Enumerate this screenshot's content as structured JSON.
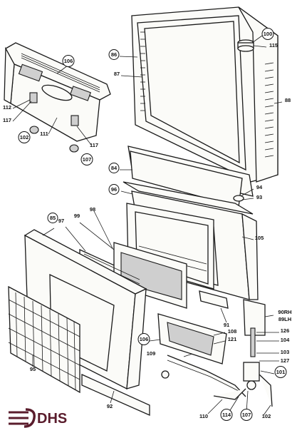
{
  "logo": {
    "text": "DHS",
    "color": "#5a1c2c"
  },
  "callouts": [
    {
      "id": "c100",
      "label": "100",
      "circled": true
    },
    {
      "id": "c115",
      "label": "115",
      "circled": false
    },
    {
      "id": "c86",
      "label": "86",
      "circled": true
    },
    {
      "id": "c87",
      "label": "87",
      "circled": false
    },
    {
      "id": "c88",
      "label": "88",
      "circled": false
    },
    {
      "id": "c106a",
      "label": "106",
      "circled": true
    },
    {
      "id": "c112",
      "label": "112",
      "circled": false
    },
    {
      "id": "c117a",
      "label": "117",
      "circled": false
    },
    {
      "id": "c111",
      "label": "111",
      "circled": false
    },
    {
      "id": "c102a",
      "label": "102",
      "circled": true
    },
    {
      "id": "c117b",
      "label": "117",
      "circled": false
    },
    {
      "id": "c107a",
      "label": "107",
      "circled": true
    },
    {
      "id": "c84",
      "label": "84",
      "circled": true
    },
    {
      "id": "c96",
      "label": "96",
      "circled": true
    },
    {
      "id": "c94",
      "label": "94",
      "circled": false
    },
    {
      "id": "c93",
      "label": "93",
      "circled": false
    },
    {
      "id": "c85",
      "label": "85",
      "circled": true
    },
    {
      "id": "c98",
      "label": "98",
      "circled": false
    },
    {
      "id": "c99",
      "label": "99",
      "circled": false
    },
    {
      "id": "c97",
      "label": "97",
      "circled": false
    },
    {
      "id": "c105",
      "label": "105",
      "circled": false
    },
    {
      "id": "c91",
      "label": "91",
      "circled": false
    },
    {
      "id": "c90rh",
      "label": "90RH",
      "circled": false
    },
    {
      "id": "c89lh",
      "label": "89LH",
      "circled": false
    },
    {
      "id": "c106b",
      "label": "106",
      "circled": true
    },
    {
      "id": "c108",
      "label": "108",
      "circled": false
    },
    {
      "id": "c121",
      "label": "121",
      "circled": false
    },
    {
      "id": "c109",
      "label": "109",
      "circled": false
    },
    {
      "id": "c126",
      "label": "126",
      "circled": false
    },
    {
      "id": "c104",
      "label": "104",
      "circled": false
    },
    {
      "id": "c103",
      "label": "103",
      "circled": false
    },
    {
      "id": "c127",
      "label": "127",
      "circled": false
    },
    {
      "id": "c101",
      "label": "101",
      "circled": true
    },
    {
      "id": "c95",
      "label": "95",
      "circled": false
    },
    {
      "id": "c92",
      "label": "92",
      "circled": false
    },
    {
      "id": "c110",
      "label": "110",
      "circled": false
    },
    {
      "id": "c114",
      "label": "114",
      "circled": true
    },
    {
      "id": "c107b",
      "label": "107",
      "circled": true
    },
    {
      "id": "c102b",
      "label": "102",
      "circled": false
    }
  ]
}
